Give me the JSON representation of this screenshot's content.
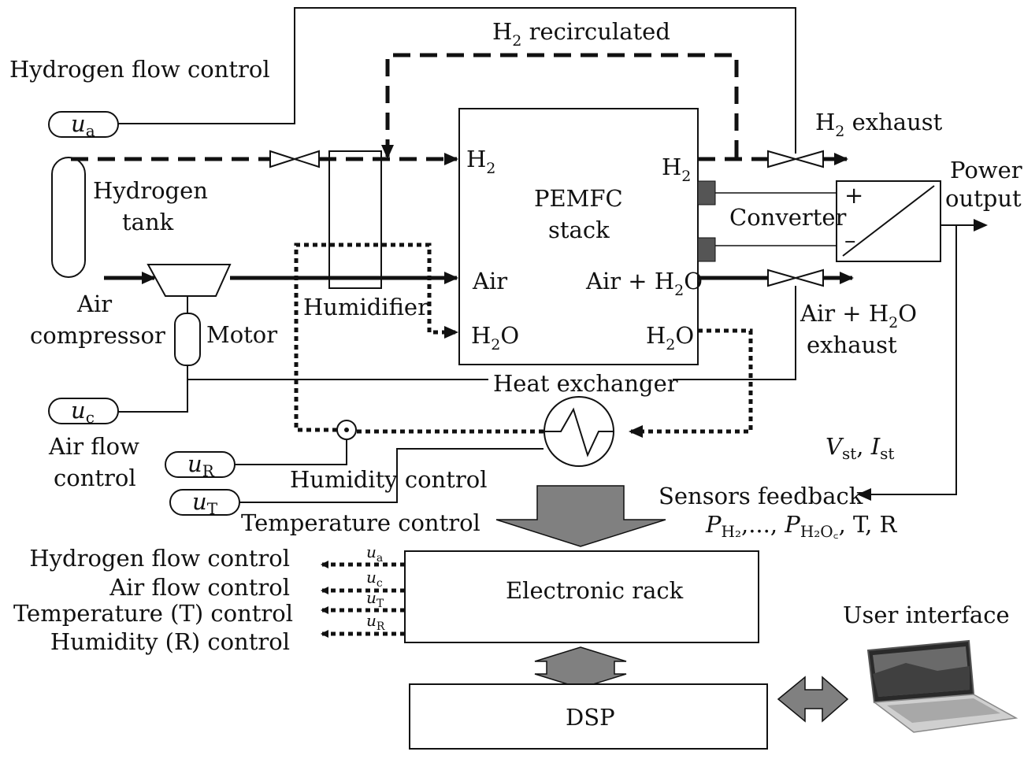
{
  "labels": {
    "h2_recirculated": "H2 recirculated",
    "hydrogen_flow_control": "Hydrogen flow control",
    "h2_exhaust": "H2 exhaust",
    "power_output_line1": "Power",
    "power_output_line2": "output",
    "hydrogen_tank_line1": "Hydrogen",
    "hydrogen_tank_line2": "tank",
    "pemfc_line1": "PEMFC",
    "pemfc_line2": "stack",
    "converter": "Converter",
    "converter_plus": "+",
    "converter_minus": "–",
    "stack_h2_in": "H2",
    "stack_h2_out": "H2",
    "stack_air_in": "Air",
    "stack_air_h2o_out": "Air + H2O",
    "stack_h2o_in": "H2O",
    "stack_h2o_out": "H2O",
    "humidifier": "Humidifier",
    "air_compressor_line1": "Air",
    "air_compressor_line2": "compressor",
    "motor": "Motor",
    "air_h2o_exhaust_line1": "Air + H2O",
    "air_h2o_exhaust_line2": "exhaust",
    "heat_exchanger": "Heat exchanger",
    "air_flow_control_line1": "Air flow",
    "air_flow_control_line2": "control",
    "humidity_control": "Humidity control",
    "temperature_control": "Temperature control",
    "vst_ist": "Vst, Ist",
    "sensors_feedback": "Sensors feedback",
    "sensors_list": "PH2,..., PH2Oc, T, R",
    "electronic_rack": "Electronic rack",
    "dsp": "DSP",
    "user_interface": "User interface"
  },
  "controls": {
    "ua": "ua",
    "uc": "uc",
    "uR": "uR",
    "uT": "uT"
  },
  "rack_outputs": [
    {
      "label": "Hydrogen flow control",
      "signal": "ua"
    },
    {
      "label": "Air flow control",
      "signal": "uc"
    },
    {
      "label": "Temperature (T) control",
      "signal": "uT"
    },
    {
      "label": "Humidity (R) control",
      "signal": "uR"
    }
  ],
  "colors": {
    "line": "#111111",
    "arrow_fill": "#808080",
    "background": "#ffffff"
  }
}
